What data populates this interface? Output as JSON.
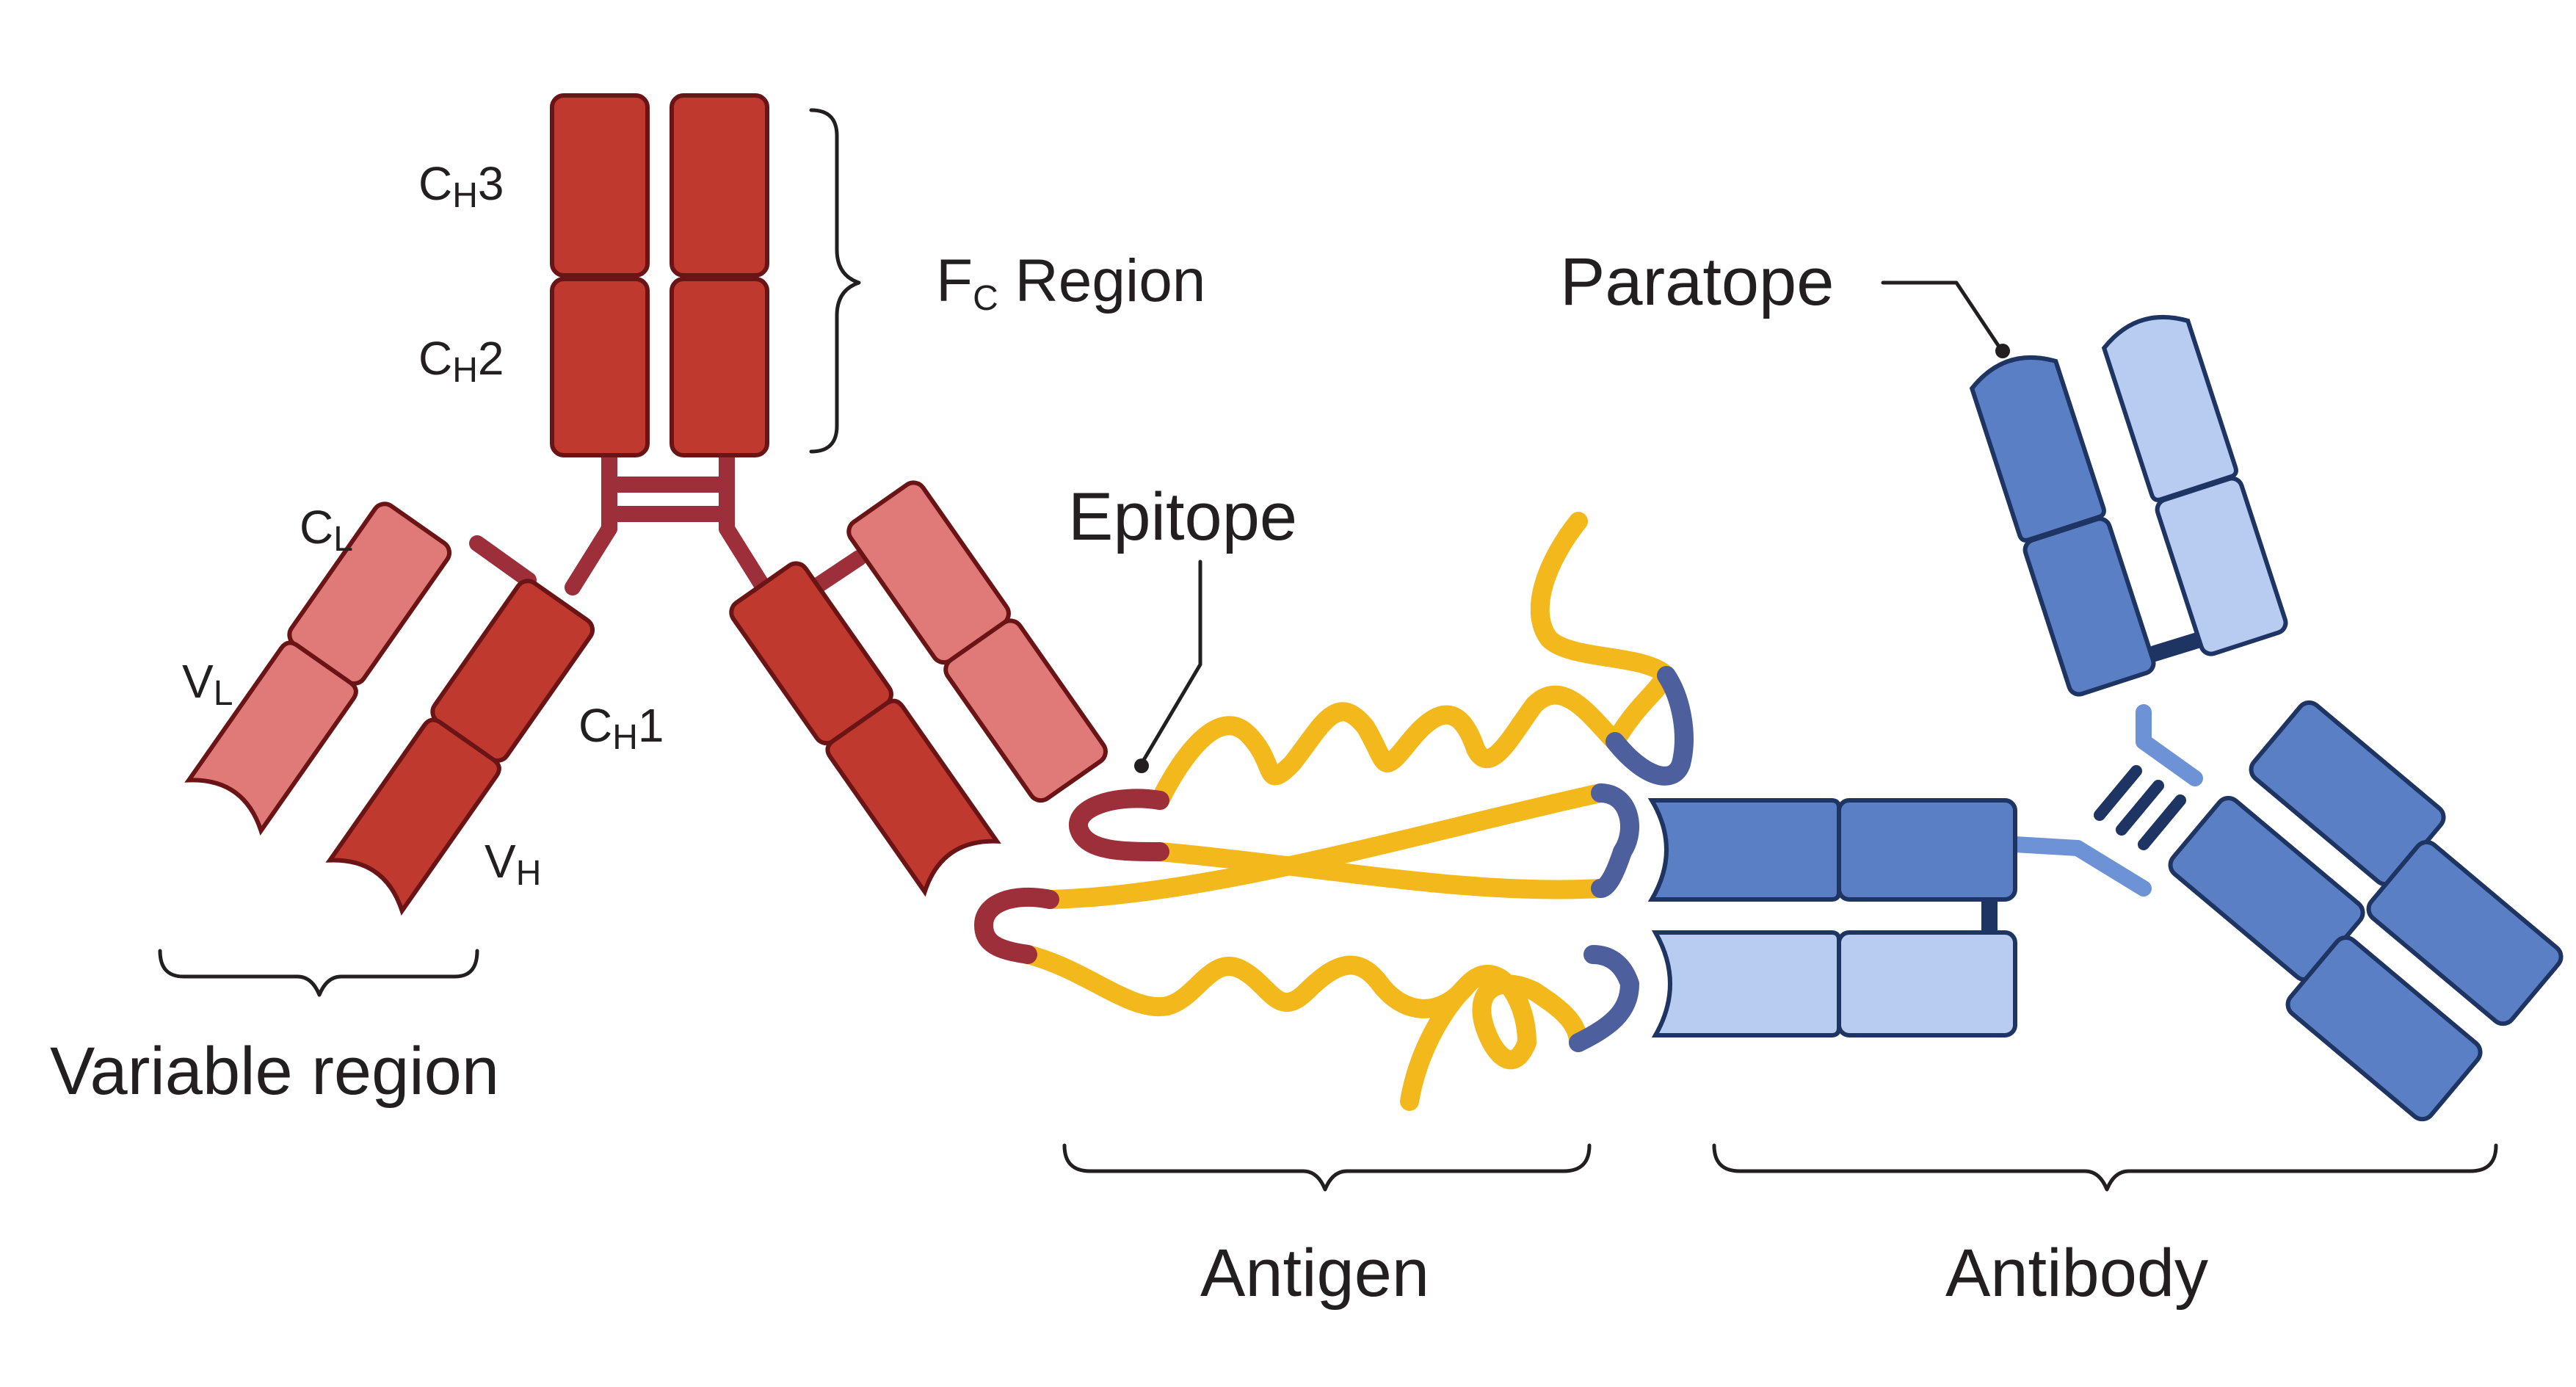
{
  "labels": {
    "ch3": "C",
    "ch3_sub": "H",
    "ch3_num": "3",
    "ch2": "C",
    "ch2_sub": "H",
    "ch2_num": "2",
    "fc_region": "F",
    "fc_sub": "C",
    "fc_rest": " Region",
    "cl": "C",
    "cl_sub": "L",
    "vl": "V",
    "vl_sub": "L",
    "ch1": "C",
    "ch1_sub": "H",
    "ch1_num": "1",
    "vh": "V",
    "vh_sub": "H",
    "variable_region": "Variable region",
    "epitope": "Epitope",
    "antigen": "Antigen",
    "paratope": "Paratope",
    "antibody": "Antibody"
  },
  "colors": {
    "heavy_chain": "#c0392f",
    "light_chain": "#e07a78",
    "hinge": "#9c2f3a",
    "antigen": "#f3b81c",
    "epitope_red": "#9c2f3a",
    "epitope_blue": "#4e5f9d",
    "antibody_dark": "#5a7fc4",
    "antibody_light": "#b8ccf1",
    "antibody_hinge": "#6d93d6"
  }
}
